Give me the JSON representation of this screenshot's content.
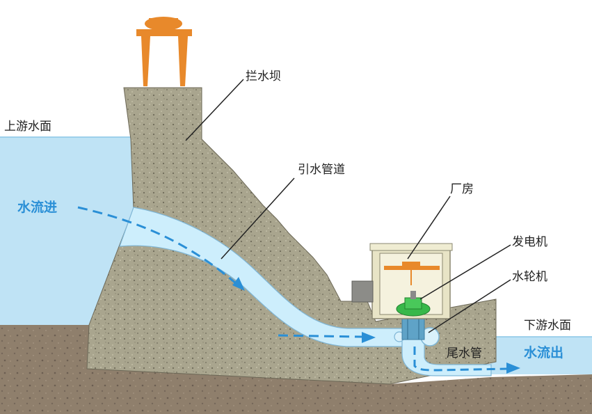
{
  "labels": {
    "dam": "拦水坝",
    "upstream_level": "上游水面",
    "penstock": "引水管道",
    "water_in": "水流进",
    "powerhouse": "厂房",
    "generator": "发电机",
    "turbine": "水轮机",
    "downstream_level": "下游水面",
    "draft_tube": "尾水管",
    "water_out": "水流出"
  },
  "colors": {
    "water": "#bfe3f5",
    "pipe_water": "#cdeefc",
    "flow_arrow": "#2a8fd6",
    "dam_concrete": "#a9a58e",
    "ground": "#8f7f6c",
    "crane": "#e8892b",
    "powerhouse_wall": "#e8e4c6",
    "generator": "#38b84a"
  }
}
